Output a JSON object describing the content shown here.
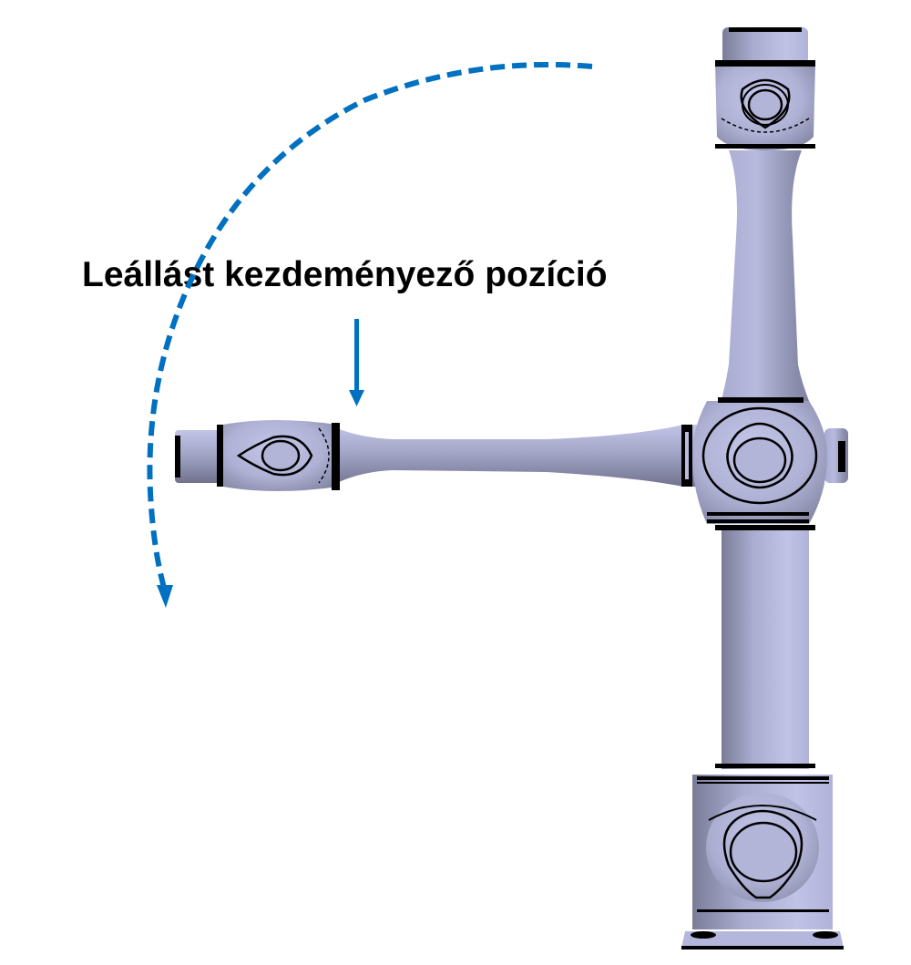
{
  "diagram": {
    "label": "Leállást kezdeményező pozíció",
    "colors": {
      "annotation_blue": "#0070C0",
      "robot_body": "#B4B6DC",
      "robot_shadow": "#7C7E9C",
      "outline": "#000000",
      "background": "#FFFFFF"
    },
    "elements": {
      "rotation_arc": "dashed-curved-arrow-counterclockwise",
      "pointer_arrow": "solid-down-arrow",
      "robot": "6-axis-collaborative-robot-arm-side-view"
    },
    "robot_parts": [
      "base-joint",
      "lower-column",
      "elbow-joint",
      "upper-column",
      "top-wrist-joint",
      "horizontal-forearm",
      "end-wrist-joint"
    ]
  }
}
